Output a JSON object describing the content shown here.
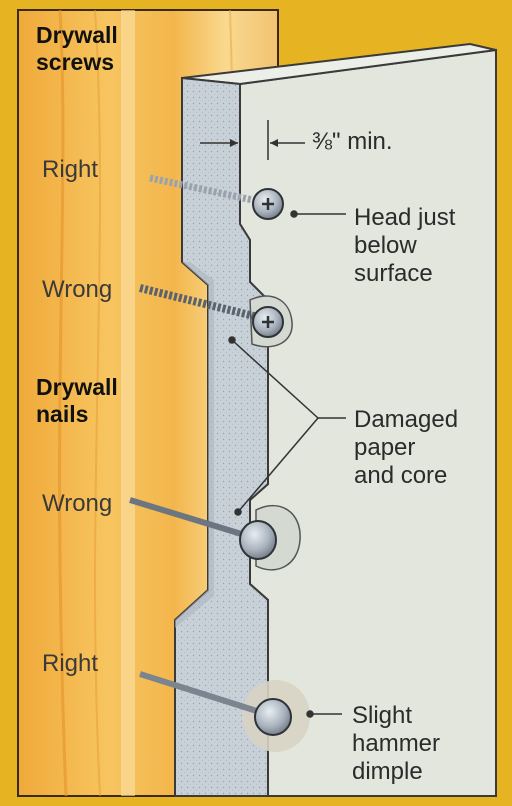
{
  "headings": {
    "screws": [
      "Drywall",
      "screws"
    ],
    "nails": [
      "Drywall",
      "nails"
    ]
  },
  "fastener_labels": {
    "screw_right": "Right",
    "screw_wrong": "Wrong",
    "nail_wrong": "Wrong",
    "nail_right": "Right"
  },
  "callouts": {
    "min_depth": "⅜\" min.",
    "head_below": [
      "Head just",
      "below",
      "surface"
    ],
    "damaged": [
      "Damaged",
      "paper",
      "and core"
    ],
    "dimple": [
      "Slight",
      "hammer",
      "dimple"
    ]
  },
  "colors": {
    "background": "#e6b422",
    "wood": "#f4b84c",
    "drywall_face": "#e3e6dc",
    "drywall_edge": "#c9d0d6",
    "outline": "#3a3a3a"
  }
}
